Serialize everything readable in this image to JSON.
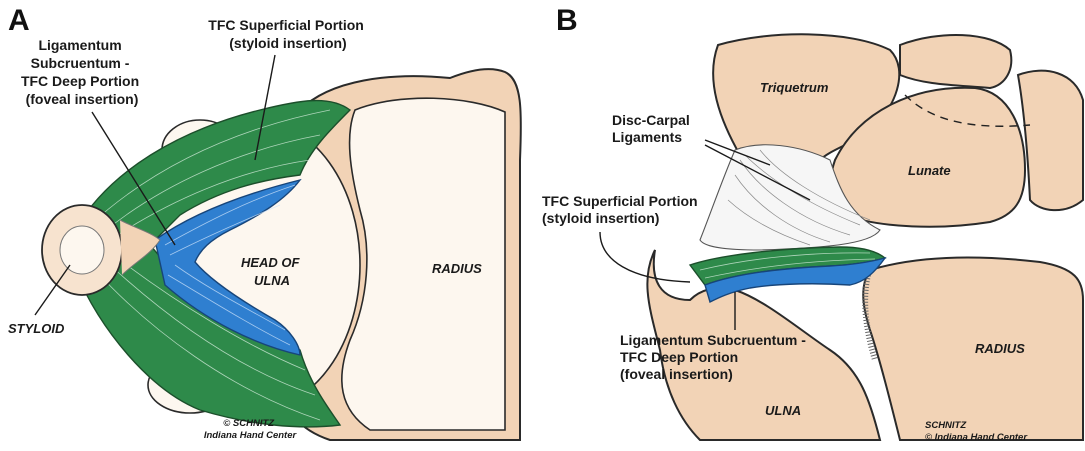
{
  "panel_a": {
    "letter": "A",
    "labels": {
      "lig_line1": "Ligamentum",
      "lig_line2": "Subcruentum -",
      "lig_line3": "TFC Deep Portion",
      "lig_line4": "(foveal insertion)",
      "tfc_line1": "TFC Superficial Portion",
      "tfc_line2": "(styloid insertion)",
      "head_line1": "HEAD OF",
      "head_line2": "ULNA",
      "radius": "RADIUS",
      "styloid": "STYLOID"
    },
    "credit_line1": "© SCHNITZ",
    "credit_line2": "Indiana Hand Center"
  },
  "panel_b": {
    "letter": "B",
    "labels": {
      "triquetrum": "Triquetrum",
      "lunate": "Lunate",
      "disc_line1": "Disc-Carpal",
      "disc_line2": "Ligaments",
      "tfc_line1": "TFC Superficial Portion",
      "tfc_line2": "(styloid insertion)",
      "lig_line1": "Ligamentum Subcruentum -",
      "lig_line2": "TFC Deep Portion",
      "lig_line3": "(foveal insertion)",
      "radius": "RADIUS",
      "ulna": "ULNA"
    },
    "credit_line1": "SCHNITZ",
    "credit_line2": "© Indiana Hand Center"
  },
  "colors": {
    "bone": "#f2d3b6",
    "superficial_ligament": "#2e8a4a",
    "deep_ligament": "#2f7fd0",
    "cartilage": "#fdf7ef"
  }
}
